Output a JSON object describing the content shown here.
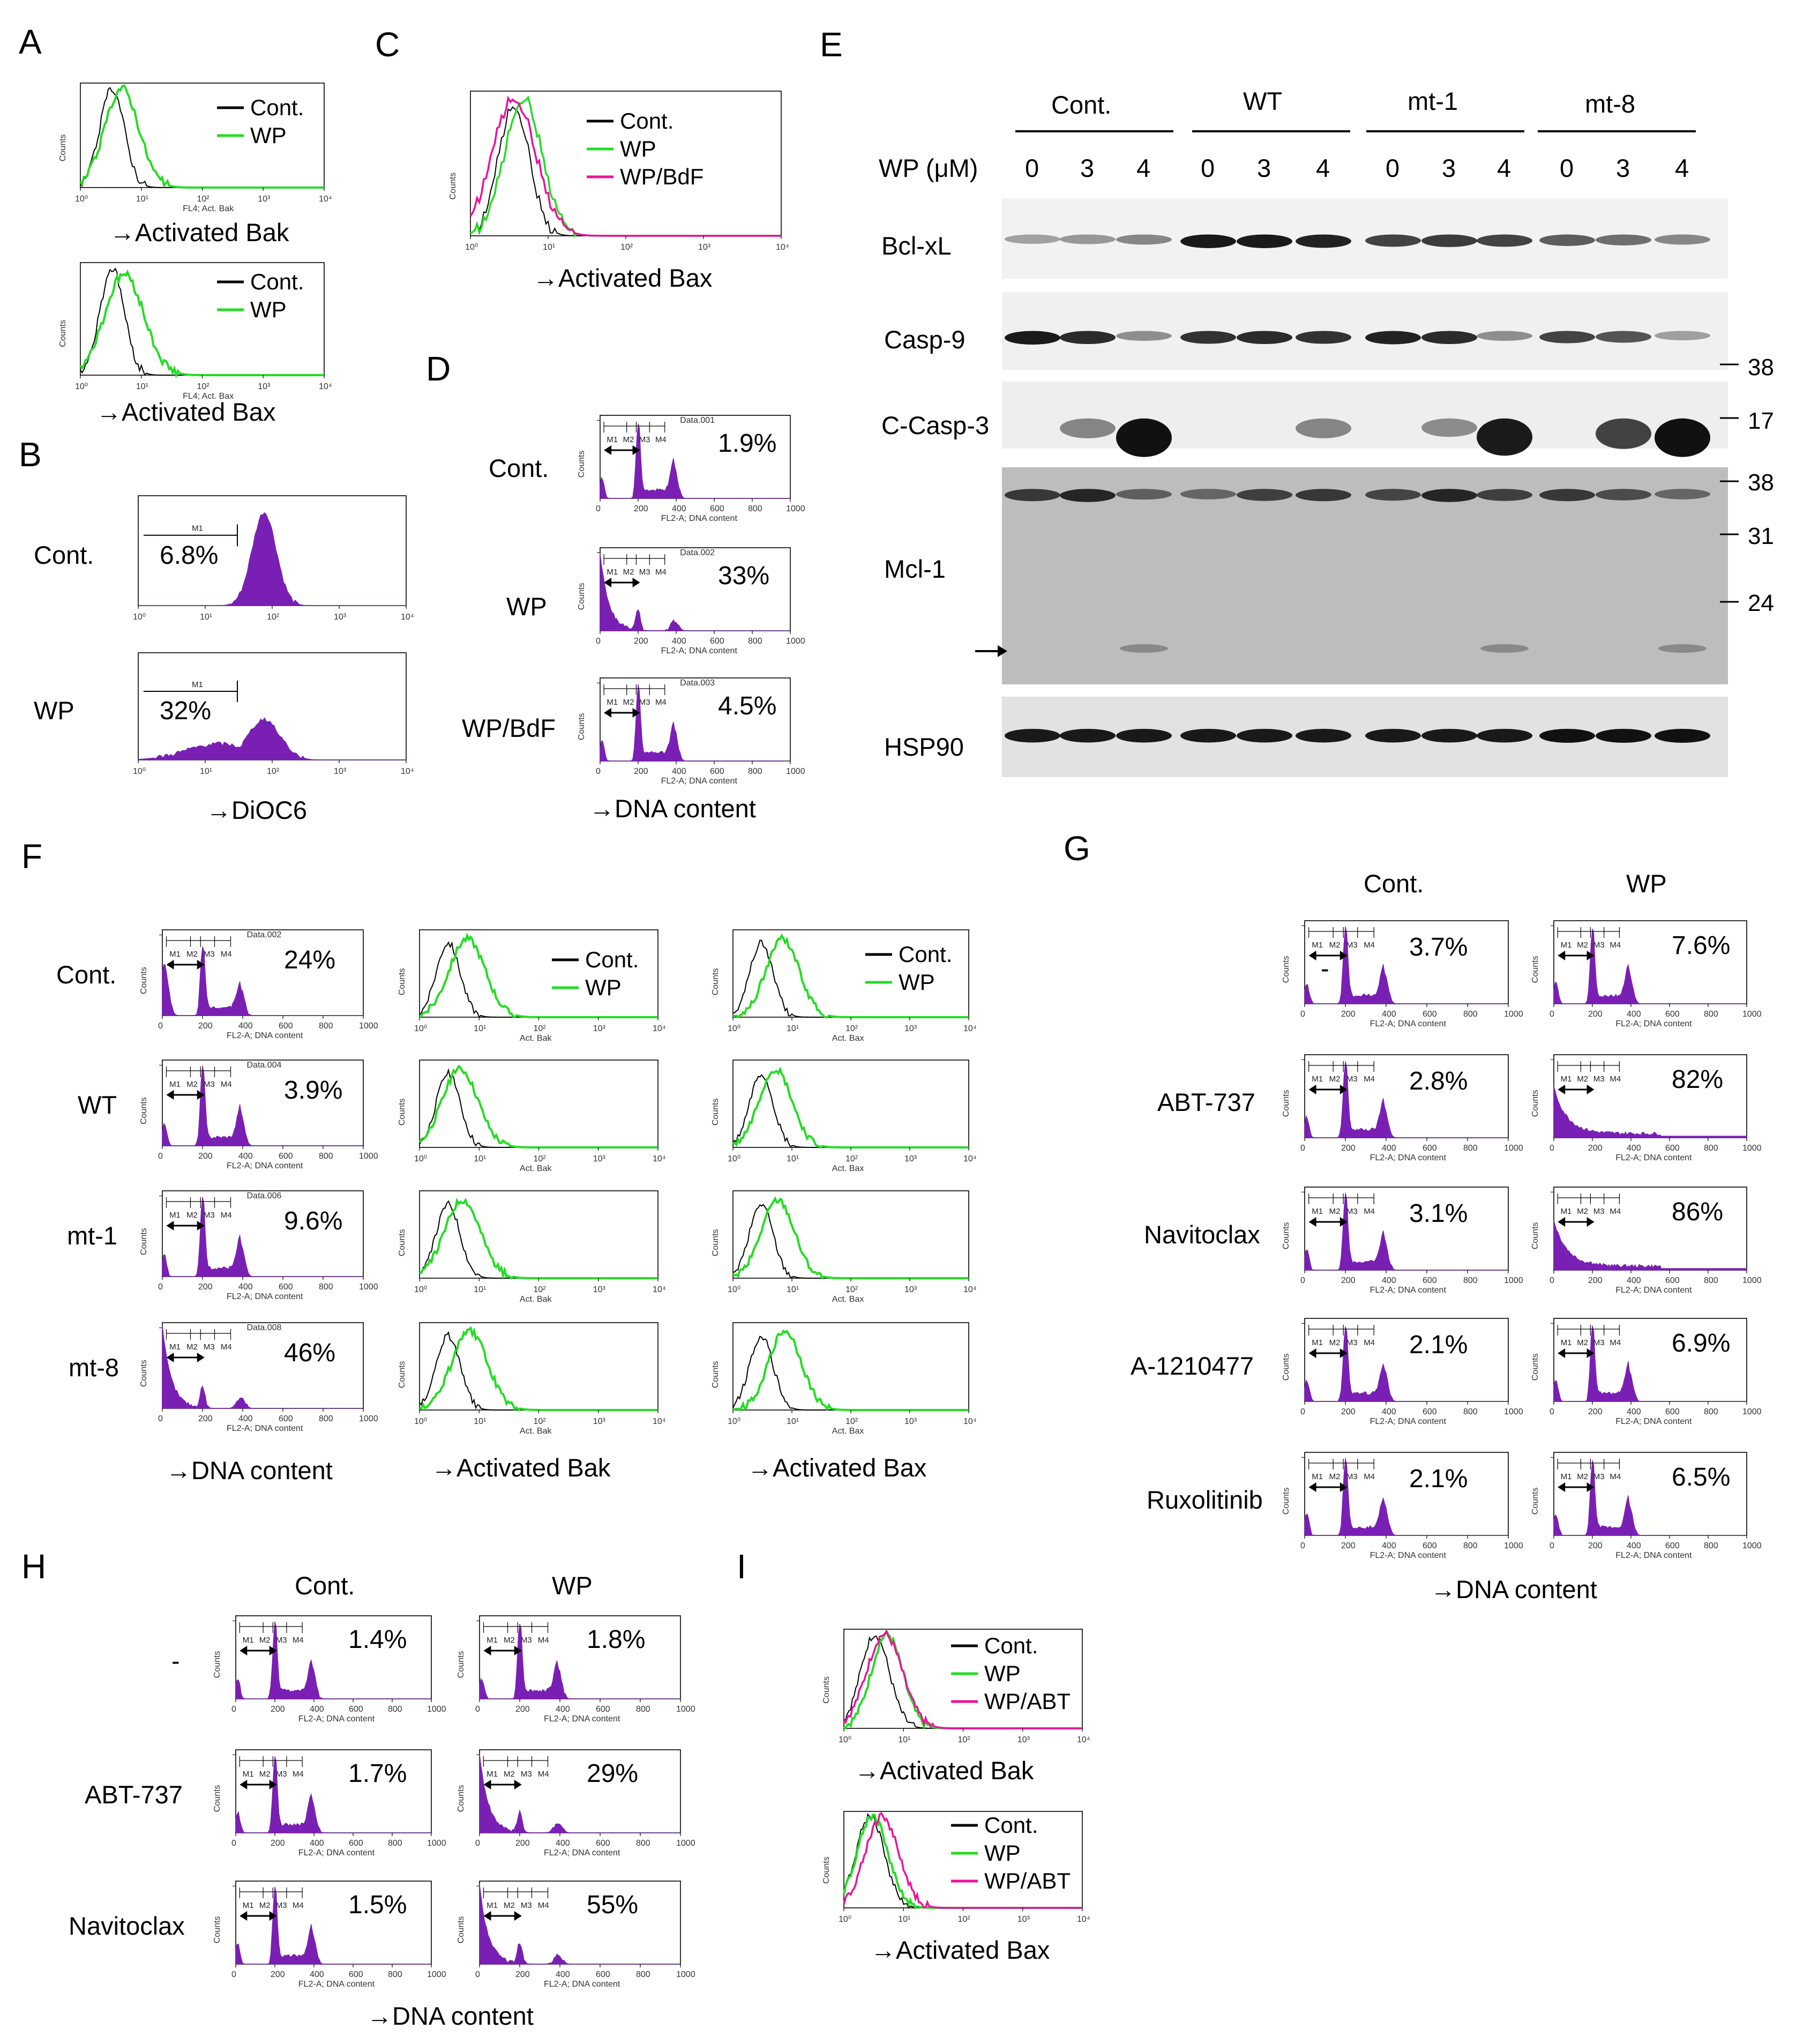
{
  "colors": {
    "purple_fill": "#7a1fb4",
    "green": "#22dd22",
    "magenta": "#ee1199",
    "black": "#000000"
  },
  "panel_letters": [
    "A",
    "B",
    "C",
    "D",
    "E",
    "F",
    "G",
    "H",
    "I"
  ],
  "common": {
    "cont": "Cont.",
    "wp": "WP",
    "wp_bdf": "WP/BdF",
    "wp_abt": "WP/ABT",
    "x_bak": "→Activated Bak",
    "x_bax": "→Activated Bax",
    "x_dna": "→DNA content",
    "x_dioc6": "→DiOC6",
    "counts": "Counts",
    "fl2a": "FL2-A; DNA content",
    "actbak": "Act. Bak",
    "actbax": "Act. Bax",
    "fl4bak": "FL4; Act. Bak",
    "fl4bax": "FL4; Act. Bax"
  },
  "panelB": {
    "rows": [
      "Cont.",
      "WP"
    ],
    "pcts": [
      "6.8%",
      "32%"
    ],
    "gate": "M1"
  },
  "panelD": {
    "rows": [
      "Cont.",
      "WP",
      "WP/BdF"
    ],
    "pcts": [
      "1.9%",
      "33%",
      "4.5%"
    ],
    "tags": [
      "Data.001",
      "Data.002",
      "Data.003"
    ]
  },
  "panelE": {
    "groups": [
      "Cont.",
      "WT",
      "mt-1",
      "mt-8"
    ],
    "wp_label": "WP (μM)",
    "doses": [
      "0",
      "3",
      "4",
      "0",
      "3",
      "4",
      "0",
      "3",
      "4",
      "0",
      "3",
      "4"
    ],
    "blots": [
      "Bcl-xL",
      "Casp-9",
      "C-Casp-3",
      "Mcl-1",
      "HSP90"
    ],
    "mw_markers": [
      "38",
      "17",
      "38",
      "31",
      "24"
    ]
  },
  "panelF": {
    "rows": [
      "Cont.",
      "WT",
      "mt-1",
      "mt-8"
    ],
    "pcts": [
      "24%",
      "3.9%",
      "9.6%",
      "46%"
    ],
    "tags": [
      "Data.002",
      "Data.004",
      "Data.006",
      "Data.008"
    ]
  },
  "panelG": {
    "cols": [
      "Cont.",
      "WP"
    ],
    "rows": [
      "-",
      "ABT-737",
      "Navitoclax",
      "A-1210477",
      "Ruxolitinib"
    ],
    "pcts_cont": [
      "3.7%",
      "2.8%",
      "3.1%",
      "2.1%",
      "2.1%"
    ],
    "pcts_wp": [
      "7.6%",
      "82%",
      "86%",
      "6.9%",
      "6.5%"
    ]
  },
  "panelH": {
    "cols": [
      "Cont.",
      "WP"
    ],
    "rows": [
      "-",
      "ABT-737",
      "Navitoclax"
    ],
    "pcts_cont": [
      "1.4%",
      "1.7%",
      "1.5%"
    ],
    "pcts_wp": [
      "1.8%",
      "29%",
      "55%"
    ]
  }
}
